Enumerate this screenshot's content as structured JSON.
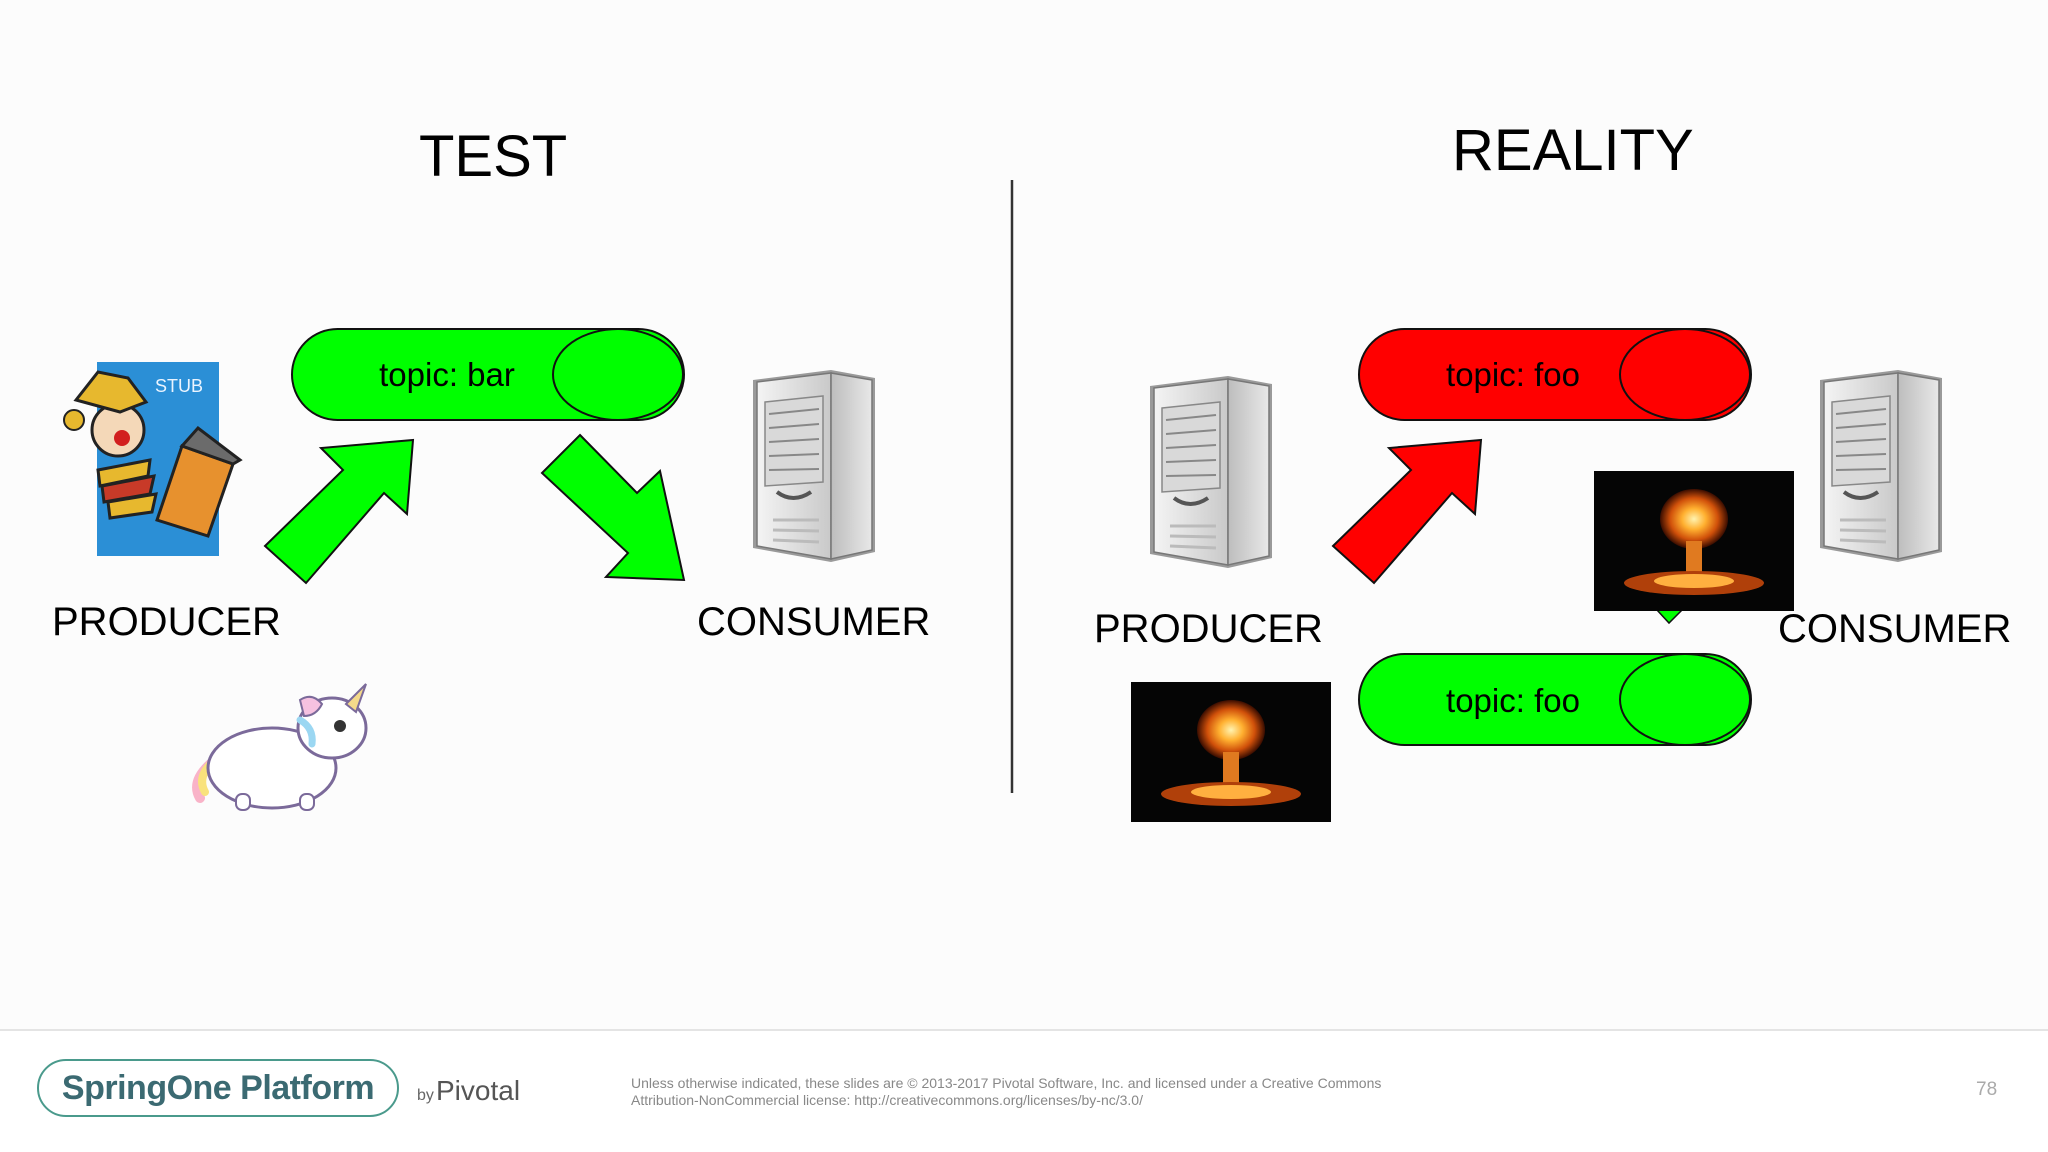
{
  "test": {
    "title": "TEST",
    "producer_label": "PRODUCER",
    "consumer_label": "CONSUMER",
    "stub_label": "STUB",
    "topic": "topic: bar",
    "topic_color": "#00ff00",
    "arrow_color": "#00ff00"
  },
  "reality": {
    "title": "REALITY",
    "producer_label": "PRODUCER",
    "consumer_label": "CONSUMER",
    "topic_top": "topic: foo",
    "topic_top_color": "#ff0000",
    "topic_bottom": "topic: foo",
    "topic_bottom_color": "#00ff00",
    "arrow_color": "#ff0000"
  },
  "icons": [
    "stub-jack-in-the-box-icon",
    "unicorn-icon",
    "server-icon",
    "explosion-image"
  ],
  "footer": {
    "brand": "SpringOne Platform",
    "by": "by",
    "company": "Pivotal",
    "brand_color": "#4a9a8c",
    "legal_line1": "Unless otherwise indicated, these slides are © 2013-2017 Pivotal Software, Inc. and licensed under a Creative Commons",
    "legal_line2": "Attribution-NonCommercial license: http://creativecommons.org/licenses/by-nc/3.0/",
    "page_number": "78"
  }
}
